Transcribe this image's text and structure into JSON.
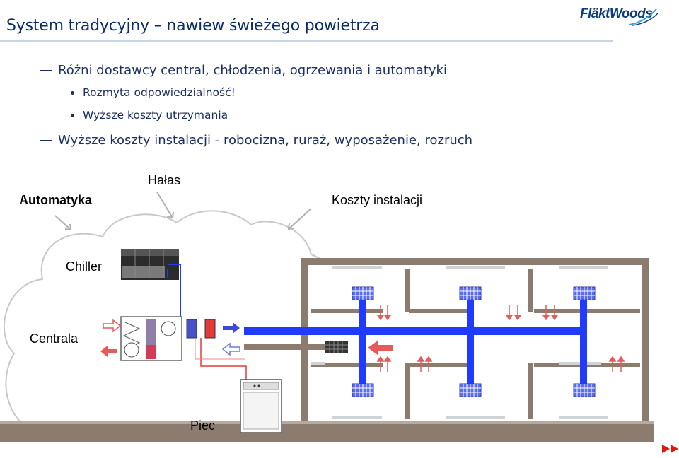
{
  "slide": {
    "title": "System tradycyjny – nawiew świeżego powietrza",
    "logo_text": "FläktWoods",
    "bullets": [
      {
        "level": 1,
        "text": "Różni dostawcy central, chłodzenia, ogrzewania i automatyki"
      },
      {
        "level": 2,
        "text": "Rozmyta odpowiedzialność!"
      },
      {
        "level": 2,
        "text": "Wyższe koszty utrzymania"
      },
      {
        "level": 1,
        "text": "Wyższe koszty instalacji  - robocizna, rurаż, wyposażenie, rozruch"
      }
    ]
  },
  "diagram": {
    "callouts": {
      "automatyka": "Automatyka",
      "halas": "Hałas",
      "koszty": "Koszty instalacji"
    },
    "labels": {
      "chiller": "Chiller",
      "centrala": "Centrala",
      "piec": "Piec"
    }
  },
  "colors": {
    "title": "#0a2c6b",
    "text": "#1a2f63",
    "duct_blue": "#1f3bff",
    "wall": "#8c7c70",
    "pipe_red": "#e23b3b",
    "arrow_red": "#e85a5a"
  },
  "icons": {
    "next": "fast-forward-icon"
  }
}
